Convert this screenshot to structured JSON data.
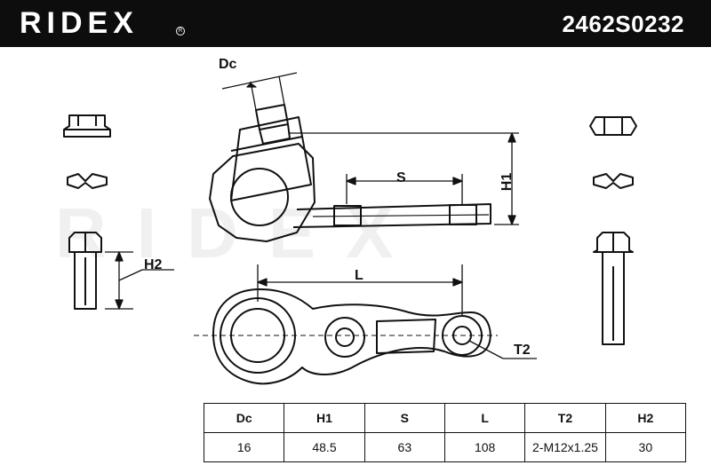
{
  "header": {
    "brand": "RIDEX",
    "part_number": "2462S0232"
  },
  "watermark": "RIDEX",
  "diagram_labels": {
    "dc": "Dc",
    "s": "S",
    "h1": "H1",
    "h2": "H2",
    "l": "L",
    "t2": "T2"
  },
  "specs": {
    "headers": [
      "Dc",
      "H1",
      "S",
      "L",
      "T2",
      "H2"
    ],
    "values": [
      "16",
      "48.5",
      "63",
      "108",
      "2-M12x1.25",
      "30"
    ]
  },
  "colors": {
    "header_bg": "#0d0d0d",
    "ink": "#111111",
    "watermark": "#e4e4e4"
  }
}
